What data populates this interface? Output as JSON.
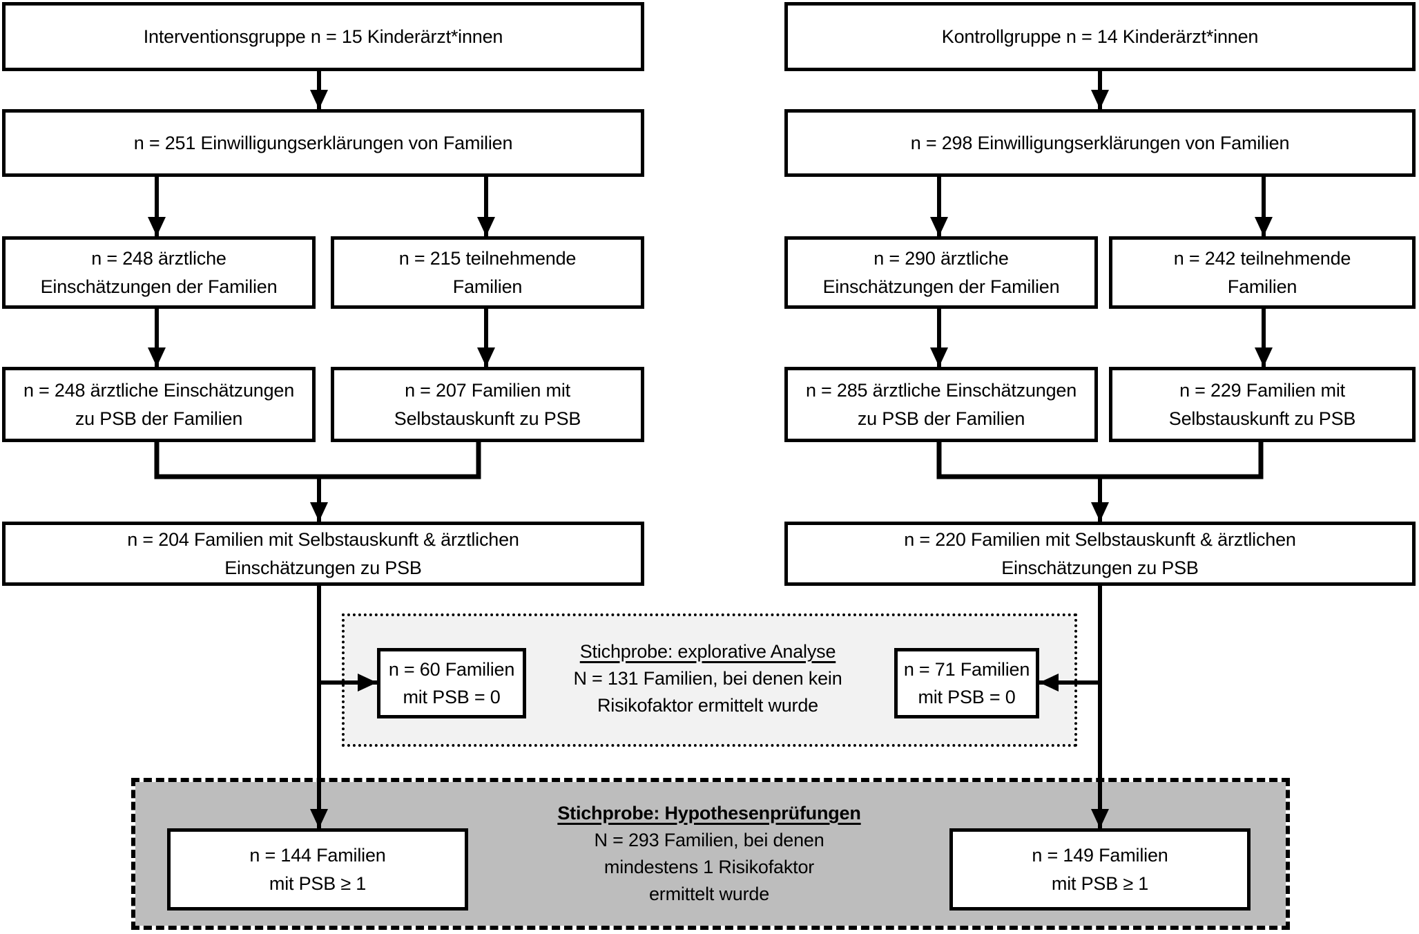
{
  "groups": {
    "intervention": {
      "box1": "Interventionsgruppe n = 15 Kinderärzt*innen",
      "box2": "n = 251 Einwilligungserklärungen von Familien",
      "box3a": "n = 248 ärztliche\nEinschätzungen der Familien",
      "box3b": "n = 215 teilnehmende\nFamilien",
      "box4a": "n = 248 ärztliche Einschätzungen\nzu PSB der Familien",
      "box4b": "n = 207 Familien mit\nSelbstauskunft zu PSB",
      "box5": "n = 204 Familien mit Selbstauskunft & ärztlichen\nEinschätzungen zu PSB",
      "psb_zero": "n = 60 Familien\nmit PSB = 0",
      "psb_one": "n = 144 Familien\nmit PSB ≥ 1"
    },
    "control": {
      "box1": "Kontrollgruppe n = 14 Kinderärzt*innen",
      "box2": "n = 298 Einwilligungserklärungen von Familien",
      "box3a": "n = 290 ärztliche\nEinschätzungen der Familien",
      "box3b": "n = 242 teilnehmende\nFamilien",
      "box4a": "n = 285 ärztliche Einschätzungen\nzu PSB der Familien",
      "box4b": "n = 229 Familien mit\nSelbstauskunft zu PSB",
      "box5": "n = 220 Familien mit Selbstauskunft & ärztlichen\nEinschätzungen zu PSB",
      "psb_zero": "n = 71 Familien\nmit PSB = 0",
      "psb_one": "n = 149 Familien\nmit PSB ≥ 1"
    }
  },
  "samples": {
    "explorative": {
      "title": "Stichprobe: explorative Analyse",
      "body": "N = 131 Familien, bei denen kein\nRisikofaktor ermittelt wurde"
    },
    "hypothesen": {
      "title": "Stichprobe: Hypothesenprüfungen",
      "body": "N = 293 Familien, bei denen\nmindestens 1 Risikofaktor\nermittelt wurde"
    }
  },
  "colors": {
    "explorative-bg": "#f2f2f2",
    "hypothesen-bg": "#bdbdbd",
    "line": "#000000"
  }
}
